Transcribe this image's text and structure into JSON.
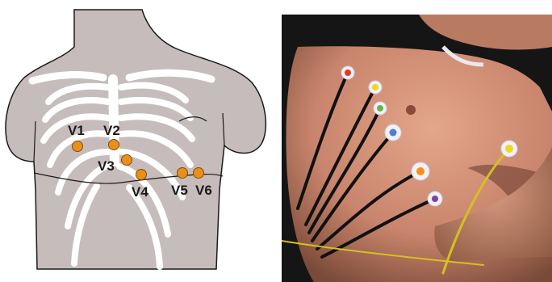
{
  "diagram": {
    "colors": {
      "torso": "#c7bcbc",
      "outline": "#1a1a1a",
      "bone": "#ffffff",
      "electrode": "#e8901a",
      "electrode_edge": "#8a4a08"
    },
    "leads": [
      {
        "id": "v1",
        "label": "V1"
      },
      {
        "id": "v2",
        "label": "V2"
      },
      {
        "id": "v3",
        "label": "V3"
      },
      {
        "id": "v4",
        "label": "V4"
      },
      {
        "id": "v5",
        "label": "V5"
      },
      {
        "id": "v6",
        "label": "V6"
      }
    ]
  },
  "photo": {
    "colors": {
      "background": "#151515",
      "skin": "#c8846c",
      "cable": "#111111",
      "electrode_pad": "#f2f2f5"
    },
    "lead_clip_colors": [
      "#e03a2a",
      "#f0d820",
      "#6ab04c",
      "#4a7fd4",
      "#ff8c1a",
      "#7a3fb0",
      "#f0d820"
    ]
  }
}
